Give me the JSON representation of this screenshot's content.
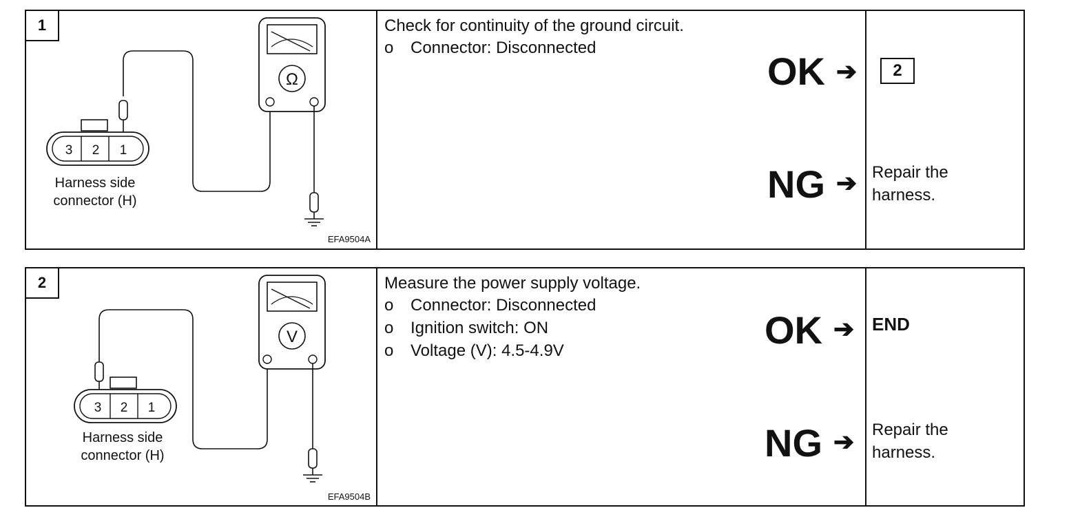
{
  "steps": [
    {
      "number": "1",
      "meter_symbol": "Ω",
      "connector_pins": [
        "3",
        "2",
        "1"
      ],
      "connector_caption_line1": "Harness side",
      "connector_caption_line2": "connector (H)",
      "figure_code": "EFA9504A",
      "procedure_title": "Check for continuity of the ground circuit.",
      "procedure_items": [
        {
          "bullet": "o",
          "text": "Connector: Disconnected"
        }
      ],
      "ok_label": "OK",
      "ng_label": "NG",
      "arrow": "➔",
      "ok_result": "2",
      "ng_result_line1": "Repair the",
      "ng_result_line2": "harness."
    },
    {
      "number": "2",
      "meter_symbol": "V",
      "connector_pins": [
        "3",
        "2",
        "1"
      ],
      "connector_caption_line1": "Harness side",
      "connector_caption_line2": "connector (H)",
      "figure_code": "EFA9504B",
      "procedure_title": "Measure the power supply voltage.",
      "procedure_items": [
        {
          "bullet": "o",
          "text": "Connector: Disconnected"
        },
        {
          "bullet": "o",
          "text": "Ignition switch: ON"
        },
        {
          "bullet": "o",
          "text": "Voltage (V): 4.5-4.9V"
        }
      ],
      "ok_label": "OK",
      "ng_label": "NG",
      "arrow": "➔",
      "ok_result": "END",
      "ng_result_line1": "Repair the",
      "ng_result_line2": "harness."
    }
  ]
}
